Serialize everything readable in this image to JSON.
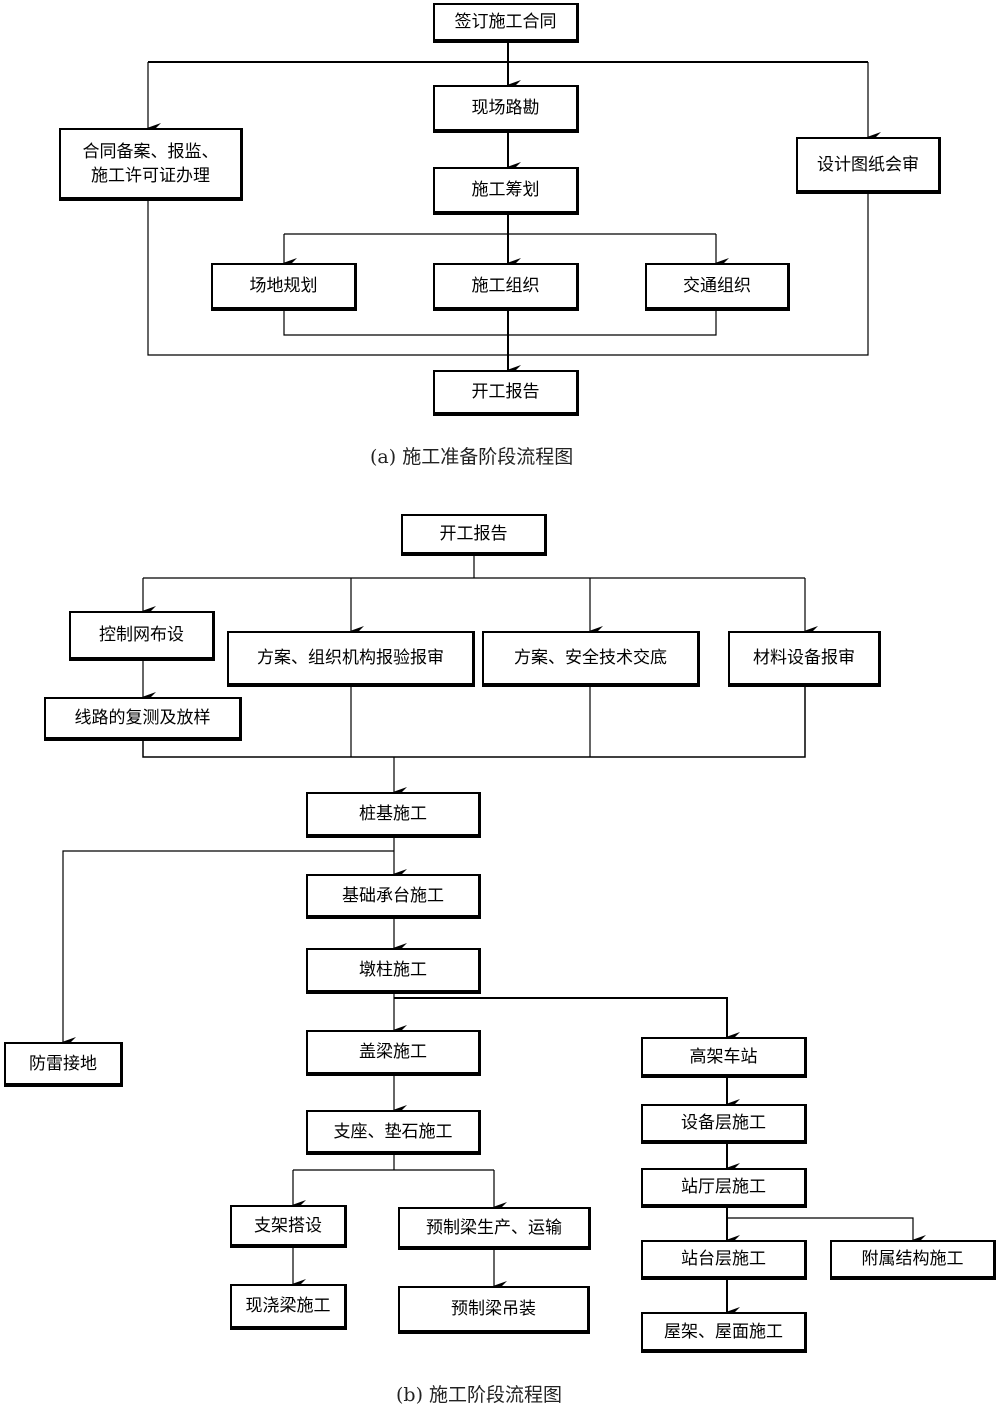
{
  "figure_a": {
    "caption": "(a) 施工准备阶段流程图",
    "nodes": {
      "sign_contract": "签订施工合同",
      "site_survey": "现场路勘",
      "contract_filing": "合同备案、报监、\n施工许可证办理",
      "drawing_review": "设计图纸会审",
      "construction_planning": "施工筹划",
      "site_planning": "场地规划",
      "construction_org": "施工组织",
      "traffic_org": "交通组织",
      "start_report": "开工报告"
    }
  },
  "figure_b": {
    "caption": "(b) 施工阶段流程图",
    "nodes": {
      "start_report": "开工报告",
      "control_network": "控制网布设",
      "route_survey": "线路的复测及放样",
      "plan_org_review": "方案、组织机构报验报审",
      "plan_safety_briefing": "方案、安全技术交底",
      "material_review": "材料设备报审",
      "pile_foundation": "桩基施工",
      "cap_construction": "基础承台施工",
      "pier_construction": "墩柱施工",
      "lightning_grounding": "防雷接地",
      "capping_beam": "盖梁施工",
      "bearing_pad": "支座、垫石施工",
      "scaffold_erection": "支架搭设",
      "cast_in_place_beam": "现浇梁施工",
      "precast_beam_production": "预制梁生产、运输",
      "precast_beam_lifting": "预制梁吊装",
      "elevated_station": "高架车站",
      "equipment_floor": "设备层施工",
      "concourse_floor": "站厅层施工",
      "platform_floor": "站台层施工",
      "ancillary_structure": "附属结构施工",
      "roof_construction": "屋架、屋面施工"
    }
  }
}
